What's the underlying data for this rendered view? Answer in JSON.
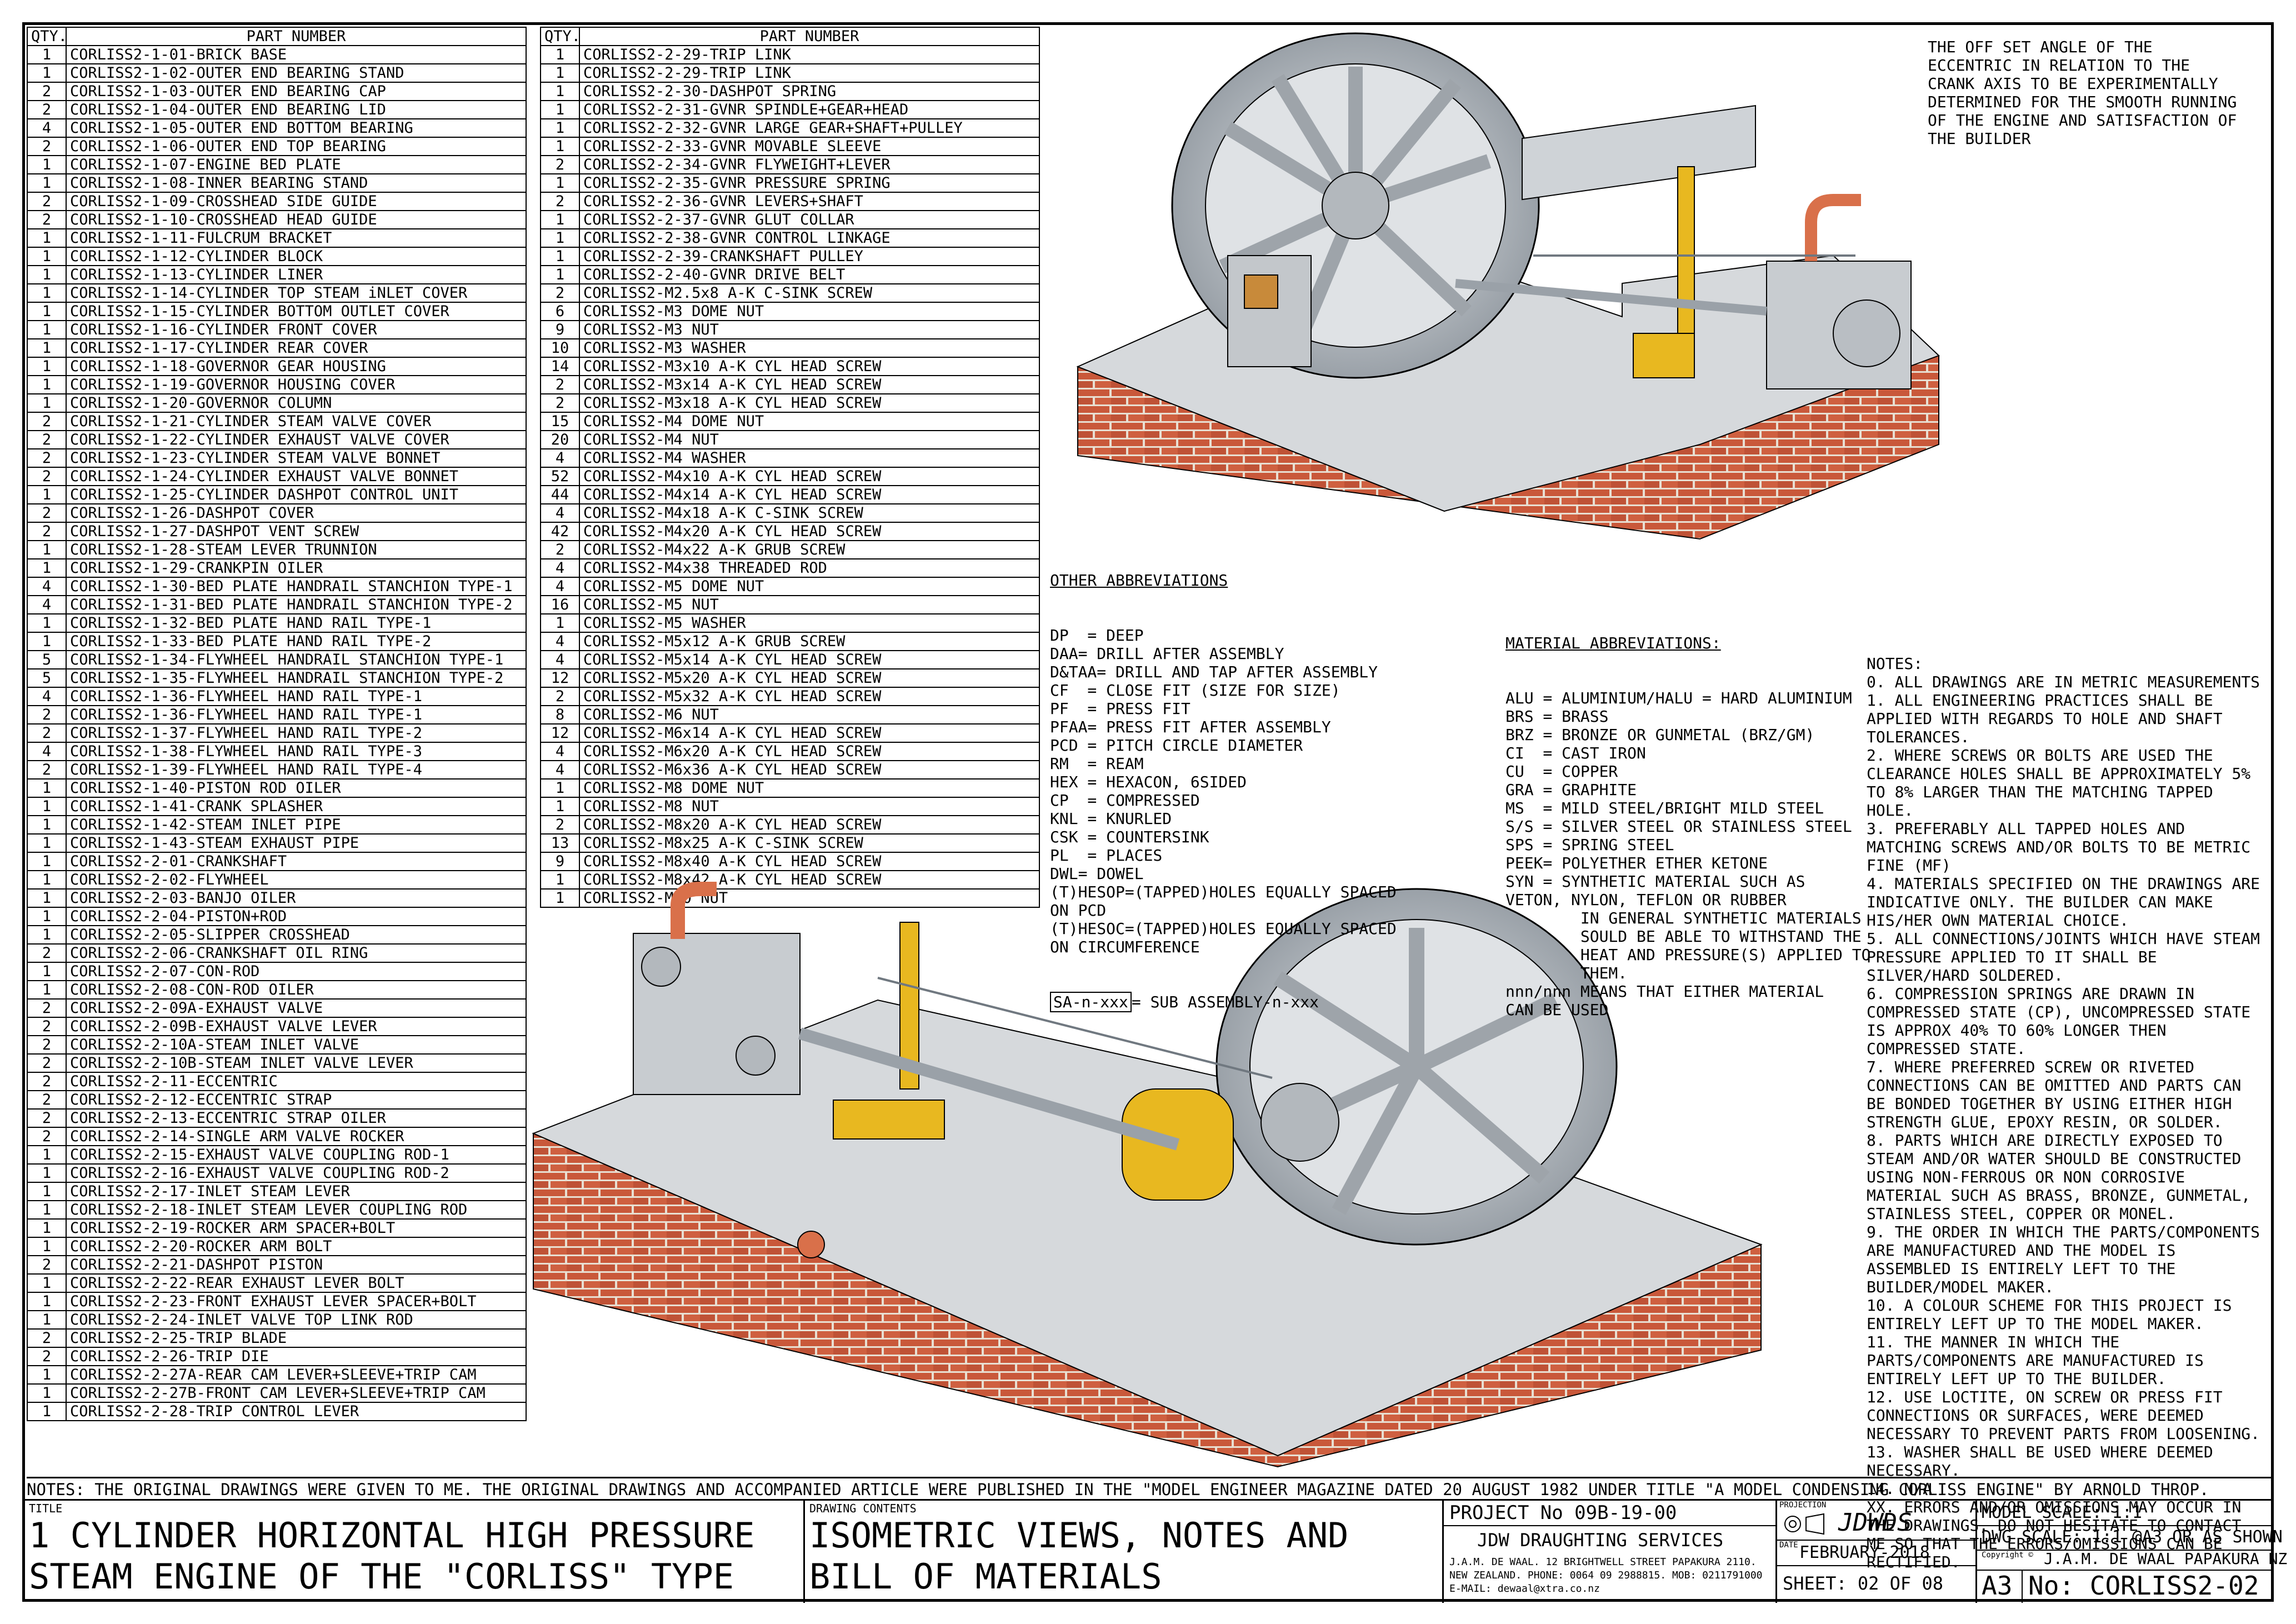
{
  "bom_left": {
    "headers": [
      "QTY.",
      "PART NUMBER"
    ],
    "rows": [
      [
        "1",
        "CORLISS2-1-01-BRICK BASE"
      ],
      [
        "1",
        "CORLISS2-1-02-OUTER END BEARING STAND"
      ],
      [
        "2",
        "CORLISS2-1-03-OUTER END BEARING CAP"
      ],
      [
        "2",
        "CORLISS2-1-04-OUTER END BEARING LID"
      ],
      [
        "4",
        "CORLISS2-1-05-OUTER END BOTTOM BEARING"
      ],
      [
        "2",
        "CORLISS2-1-06-OUTER END TOP BEARING"
      ],
      [
        "1",
        "CORLISS2-1-07-ENGINE BED PLATE"
      ],
      [
        "1",
        "CORLISS2-1-08-INNER BEARING STAND"
      ],
      [
        "2",
        "CORLISS2-1-09-CROSSHEAD SIDE GUIDE"
      ],
      [
        "2",
        "CORLISS2-1-10-CROSSHEAD HEAD GUIDE"
      ],
      [
        "1",
        "CORLISS2-1-11-FULCRUM BRACKET"
      ],
      [
        "1",
        "CORLISS2-1-12-CYLINDER BLOCK"
      ],
      [
        "1",
        "CORLISS2-1-13-CYLINDER LINER"
      ],
      [
        "1",
        "CORLISS2-1-14-CYLINDER TOP STEAM iNLET COVER"
      ],
      [
        "1",
        "CORLISS2-1-15-CYLINDER BOTTOM OUTLET COVER"
      ],
      [
        "1",
        "CORLISS2-1-16-CYLINDER FRONT COVER"
      ],
      [
        "1",
        "CORLISS2-1-17-CYLINDER REAR COVER"
      ],
      [
        "1",
        "CORLISS2-1-18-GOVERNOR GEAR HOUSING"
      ],
      [
        "1",
        "CORLISS2-1-19-GOVERNOR HOUSING COVER"
      ],
      [
        "1",
        "CORLISS2-1-20-GOVERNOR COLUMN"
      ],
      [
        "2",
        "CORLISS2-1-21-CYLINDER STEAM VALVE COVER"
      ],
      [
        "2",
        "CORLISS2-1-22-CYLINDER EXHAUST VALVE COVER"
      ],
      [
        "2",
        "CORLISS2-1-23-CYLINDER STEAM VALVE BONNET"
      ],
      [
        "2",
        "CORLISS2-1-24-CYLINDER EXHAUST VALVE BONNET"
      ],
      [
        "1",
        "CORLISS2-1-25-CYLINDER DASHPOT CONTROL UNIT"
      ],
      [
        "2",
        "CORLISS2-1-26-DASHPOT COVER"
      ],
      [
        "2",
        "CORLISS2-1-27-DASHPOT VENT SCREW"
      ],
      [
        "1",
        "CORLISS2-1-28-STEAM LEVER TRUNNION"
      ],
      [
        "1",
        "CORLISS2-1-29-CRANKPIN OILER"
      ],
      [
        "4",
        "CORLISS2-1-30-BED PLATE HANDRAIL STANCHION TYPE-1"
      ],
      [
        "4",
        "CORLISS2-1-31-BED PLATE HANDRAIL STANCHION TYPE-2"
      ],
      [
        "1",
        "CORLISS2-1-32-BED PLATE HAND RAIL TYPE-1"
      ],
      [
        "1",
        "CORLISS2-1-33-BED PLATE HAND RAIL TYPE-2"
      ],
      [
        "5",
        "CORLISS2-1-34-FLYWHEEL HANDRAIL STANCHION TYPE-1"
      ],
      [
        "5",
        "CORLISS2-1-35-FLYWHEEL HANDRAIL STANCHION TYPE-2"
      ],
      [
        "4",
        "CORLISS2-1-36-FLYWHEEL HAND RAIL TYPE-1"
      ],
      [
        "2",
        "CORLISS2-1-36-FLYWHEEL HAND RAIL TYPE-1"
      ],
      [
        "2",
        "CORLISS2-1-37-FLYWHEEL HAND RAIL TYPE-2"
      ],
      [
        "4",
        "CORLISS2-1-38-FLYWHEEL HAND RAIL TYPE-3"
      ],
      [
        "2",
        "CORLISS2-1-39-FLYWHEEL HAND RAIL TYPE-4"
      ],
      [
        "1",
        "CORLISS2-1-40-PISTON ROD OILER"
      ],
      [
        "1",
        "CORLISS2-1-41-CRANK SPLASHER"
      ],
      [
        "1",
        "CORLISS2-1-42-STEAM INLET PIPE"
      ],
      [
        "1",
        "CORLISS2-1-43-STEAM EXHAUST PIPE"
      ],
      [
        "1",
        "CORLISS2-2-01-CRANKSHAFT"
      ],
      [
        "1",
        "CORLISS2-2-02-FLYWHEEL"
      ],
      [
        "1",
        "CORLISS2-2-03-BANJO OILER"
      ],
      [
        "1",
        "CORLISS2-2-04-PISTON+ROD"
      ],
      [
        "1",
        "CORLISS2-2-05-SLIPPER CROSSHEAD"
      ],
      [
        "2",
        "CORLISS2-2-06-CRANKSHAFT OIL RING"
      ],
      [
        "1",
        "CORLISS2-2-07-CON-ROD"
      ],
      [
        "1",
        "CORLISS2-2-08-CON-ROD OILER"
      ],
      [
        "2",
        "CORLISS2-2-09A-EXHAUST VALVE"
      ],
      [
        "2",
        "CORLISS2-2-09B-EXHAUST VALVE LEVER"
      ],
      [
        "2",
        "CORLISS2-2-10A-STEAM INLET VALVE"
      ],
      [
        "2",
        "CORLISS2-2-10B-STEAM INLET VALVE LEVER"
      ],
      [
        "2",
        "CORLISS2-2-11-ECCENTRIC"
      ],
      [
        "2",
        "CORLISS2-2-12-ECCENTRIC STRAP"
      ],
      [
        "2",
        "CORLISS2-2-13-ECCENTRIC STRAP OILER"
      ],
      [
        "2",
        "CORLISS2-2-14-SINGLE ARM VALVE ROCKER"
      ],
      [
        "1",
        "CORLISS2-2-15-EXHAUST VALVE COUPLING ROD-1"
      ],
      [
        "1",
        "CORLISS2-2-16-EXHAUST VALVE COUPLING ROD-2"
      ],
      [
        "1",
        "CORLISS2-2-17-INLET STEAM LEVER"
      ],
      [
        "1",
        "CORLISS2-2-18-INLET STEAM LEVER COUPLING ROD"
      ],
      [
        "1",
        "CORLISS2-2-19-ROCKER ARM SPACER+BOLT"
      ],
      [
        "1",
        "CORLISS2-2-20-ROCKER ARM BOLT"
      ],
      [
        "2",
        "CORLISS2-2-21-DASHPOT PISTON"
      ],
      [
        "1",
        "CORLISS2-2-22-REAR EXHAUST LEVER BOLT"
      ],
      [
        "1",
        "CORLISS2-2-23-FRONT EXHAUST LEVER SPACER+BOLT"
      ],
      [
        "1",
        "CORLISS2-2-24-INLET VALVE TOP LINK ROD"
      ],
      [
        "2",
        "CORLISS2-2-25-TRIP BLADE"
      ],
      [
        "2",
        "CORLISS2-2-26-TRIP DIE"
      ],
      [
        "1",
        "CORLISS2-2-27A-REAR CAM LEVER+SLEEVE+TRIP CAM"
      ],
      [
        "1",
        "CORLISS2-2-27B-FRONT CAM LEVER+SLEEVE+TRIP CAM"
      ],
      [
        "1",
        "CORLISS2-2-28-TRIP CONTROL LEVER"
      ]
    ]
  },
  "bom_right": {
    "headers": [
      "QTY.",
      "PART NUMBER"
    ],
    "rows": [
      [
        "1",
        "CORLISS2-2-29-TRIP LINK"
      ],
      [
        "1",
        "CORLISS2-2-29-TRIP LINK"
      ],
      [
        "1",
        "CORLISS2-2-30-DASHPOT SPRING"
      ],
      [
        "1",
        "CORLISS2-2-31-GVNR SPINDLE+GEAR+HEAD"
      ],
      [
        "1",
        "CORLISS2-2-32-GVNR LARGE GEAR+SHAFT+PULLEY"
      ],
      [
        "1",
        "CORLISS2-2-33-GVNR MOVABLE SLEEVE"
      ],
      [
        "2",
        "CORLISS2-2-34-GVNR FLYWEIGHT+LEVER"
      ],
      [
        "1",
        "CORLISS2-2-35-GVNR PRESSURE SPRING"
      ],
      [
        "2",
        "CORLISS2-2-36-GVNR LEVERS+SHAFT"
      ],
      [
        "1",
        "CORLISS2-2-37-GVNR GLUT COLLAR"
      ],
      [
        "1",
        "CORLISS2-2-38-GVNR CONTROL LINKAGE"
      ],
      [
        "1",
        "CORLISS2-2-39-CRANKSHAFT PULLEY"
      ],
      [
        "1",
        "CORLISS2-2-40-GVNR DRIVE BELT"
      ],
      [
        "2",
        "CORLISS2-M2.5x8 A-K C-SINK SCREW"
      ],
      [
        "6",
        "CORLISS2-M3 DOME NUT"
      ],
      [
        "9",
        "CORLISS2-M3 NUT"
      ],
      [
        "10",
        "CORLISS2-M3 WASHER"
      ],
      [
        "14",
        "CORLISS2-M3x10 A-K CYL HEAD SCREW"
      ],
      [
        "2",
        "CORLISS2-M3x14 A-K CYL HEAD SCREW"
      ],
      [
        "2",
        "CORLISS2-M3x18 A-K CYL HEAD SCREW"
      ],
      [
        "15",
        "CORLISS2-M4 DOME NUT"
      ],
      [
        "20",
        "CORLISS2-M4 NUT"
      ],
      [
        "4",
        "CORLISS2-M4 WASHER"
      ],
      [
        "52",
        "CORLISS2-M4x10 A-K CYL HEAD SCREW"
      ],
      [
        "44",
        "CORLISS2-M4x14 A-K CYL HEAD SCREW"
      ],
      [
        "4",
        "CORLISS2-M4x18 A-K C-SINK SCREW"
      ],
      [
        "42",
        "CORLISS2-M4x20 A-K CYL HEAD SCREW"
      ],
      [
        "2",
        "CORLISS2-M4x22 A-K GRUB SCREW"
      ],
      [
        "4",
        "CORLISS2-M4x38 THREADED ROD"
      ],
      [
        "4",
        "CORLISS2-M5 DOME NUT"
      ],
      [
        "16",
        "CORLISS2-M5 NUT"
      ],
      [
        "1",
        "CORLISS2-M5 WASHER"
      ],
      [
        "4",
        "CORLISS2-M5x12 A-K GRUB SCREW"
      ],
      [
        "4",
        "CORLISS2-M5x14 A-K CYL HEAD SCREW"
      ],
      [
        "12",
        "CORLISS2-M5x20 A-K CYL HEAD SCREW"
      ],
      [
        "2",
        "CORLISS2-M5x32 A-K CYL HEAD SCREW"
      ],
      [
        "8",
        "CORLISS2-M6 NUT"
      ],
      [
        "12",
        "CORLISS2-M6x14 A-K CYL HEAD SCREW"
      ],
      [
        "4",
        "CORLISS2-M6x20 A-K CYL HEAD SCREW"
      ],
      [
        "4",
        "CORLISS2-M6x36 A-K CYL HEAD SCREW"
      ],
      [
        "1",
        "CORLISS2-M8 DOME NUT"
      ],
      [
        "1",
        "CORLISS2-M8 NUT"
      ],
      [
        "2",
        "CORLISS2-M8x20 A-K CYL HEAD SCREW"
      ],
      [
        "13",
        "CORLISS2-M8x25 A-K C-SINK SCREW"
      ],
      [
        "9",
        "CORLISS2-M8x40 A-K CYL HEAD SCREW"
      ],
      [
        "1",
        "CORLISS2-M8x42 A-K CYL HEAD SCREW"
      ],
      [
        "1",
        "CORLISS2-M10 NUT"
      ]
    ]
  },
  "offset_note": "THE OFF SET ANGLE OF THE ECCENTRIC IN RELATION TO THE CRANK AXIS TO BE EXPERIMENTALLY DETERMINED FOR THE SMOOTH RUNNING OF THE ENGINE AND SATISFACTION OF THE BUILDER",
  "other_abbreviations": {
    "header": "OTHER ABBREVIATIONS",
    "lines": [
      "DP  = DEEP",
      "DAA= DRILL AFTER ASSEMBLY",
      "D&TAA= DRILL AND TAP AFTER ASSEMBLY",
      "CF  = CLOSE FIT (SIZE FOR SIZE)",
      "PF  = PRESS FIT",
      "PFAA= PRESS FIT AFTER ASSEMBLY",
      "PCD = PITCH CIRCLE DIAMETER",
      "RM  = REAM",
      "HEX = HEXACON, 6SIDED",
      "CP  = COMPRESSED",
      "KNL = KNURLED",
      "CSK = COUNTERSINK",
      "PL  = PLACES",
      "DWL= DOWEL",
      "(T)HESOP=(TAPPED)HOLES EQUALLY SPACED",
      "ON PCD",
      "(T)HESOC=(TAPPED)HOLES EQUALLY SPACED",
      "ON CIRCUMFERENCE"
    ],
    "sub_assembly_box": "SA-n-xxx",
    "sub_assembly_text": "= SUB ASSEMBLY-n-xxx"
  },
  "material_abbreviations": {
    "header": "MATERIAL ABBREVIATIONS:",
    "lines": [
      "ALU = ALUMINIUM/HALU = HARD ALUMINIUM",
      "BRS = BRASS",
      "BRZ = BRONZE OR GUNMETAL (BRZ/GM)",
      "CI  = CAST IRON",
      "CU  = COPPER",
      "GRA = GRAPHITE",
      "MS  = MILD STEEL/BRIGHT MILD STEEL",
      "S/S = SILVER STEEL OR STAINLESS STEEL",
      "SPS = SPRING STEEL",
      "PEEK= POLYETHER ETHER KETONE",
      "SYN = SYNTHETIC MATERIAL SUCH AS",
      "VETON, NYLON, TEFLON OR RUBBER",
      "        IN GENERAL SYNTHETIC MATERIALS",
      "        SOULD BE ABLE TO WITHSTAND THE",
      "        HEAT AND PRESSURE(S) APPLIED TO",
      "        THEM.",
      "nnn/nnn MEANS THAT EITHER MATERIAL",
      "CAN BE USED"
    ]
  },
  "notes": {
    "header": "NOTES:",
    "items": [
      "0. ALL DRAWINGS ARE IN METRIC MEASUREMENTS",
      "1. ALL ENGINEERING PRACTICES SHALL BE APPLIED WITH REGARDS TO HOLE AND SHAFT TOLERANCES.",
      "2. WHERE SCREWS OR BOLTS ARE USED THE CLEARANCE HOLES SHALL BE APPROXIMATELY 5% TO 8% LARGER THAN THE MATCHING TAPPED HOLE.",
      "3. PREFERABLY ALL TAPPED HOLES AND MATCHING SCREWS AND/OR BOLTS TO BE METRIC FINE (MF)",
      "4. MATERIALS SPECIFIED ON THE DRAWINGS ARE INDICATIVE ONLY. THE BUILDER CAN MAKE HIS/HER OWN MATERIAL CHOICE.",
      "5. ALL CONNECTIONS/JOINTS WHICH HAVE STEAM PRESSURE APPLIED TO IT SHALL BE SILVER/HARD SOLDERED.",
      "6. COMPRESSION SPRINGS ARE DRAWN IN COMPRESSED STATE (CP), UNCOMPRESSED STATE IS APPROX 40% TO 60% LONGER THEN COMPRESSED STATE.",
      "7. WHERE PREFERRED SCREW OR RIVETED CONNECTIONS CAN BE OMITTED AND PARTS CAN BE BONDED TOGETHER BY USING EITHER HIGH STRENGTH GLUE, EPOXY RESIN, OR SOLDER.",
      "8. PARTS WHICH ARE DIRECTLY EXPOSED TO STEAM AND/OR WATER SHOULD BE CONSTRUCTED USING NON-FERROUS OR NON CORROSIVE MATERIAL SUCH AS BRASS, BRONZE, GUNMETAL, STAINLESS STEEL, COPPER OR MONEL.",
      "9. THE ORDER IN WHICH THE PARTS/COMPONENTS ARE MANUFACTURED AND THE MODEL IS ASSEMBLED IS ENTIRELY LEFT TO THE BUILDER/MODEL MAKER.",
      "10. A COLOUR SCHEME FOR THIS PROJECT IS ENTIRELY LEFT UP TO THE MODEL MAKER.",
      "11. THE MANNER IN WHICH THE PARTS/COMPONENTS ARE MANUFACTURED IS ENTIRELY LEFT UP TO THE BUILDER.",
      "12. USE LOCTITE, ON SCREW OR PRESS FIT CONNECTIONS OR SURFACES, WERE DEEMED NECESSARY TO PREVENT PARTS FROM LOOSENING.",
      "13. WASHER SHALL BE USED WHERE DEEMED NECESSARY.",
      "14. N/A",
      "XX. ERRORS AND/OR OMISSIONS MAY OCCUR IN THE DRAWINGS, DO NOT HESITATE TO CONTACT ME SO THAT THE ERRORS/OMISSIONS CAN BE RECTIFIED."
    ]
  },
  "bottom_note": "NOTES: THE ORIGINAL DRAWINGS WERE GIVEN TO ME. THE ORIGINAL DRAWINGS AND ACCOMPANIED ARTICLE WERE PUBLISHED IN THE \"MODEL ENGINEER MAGAZINE DATED 20 AUGUST 1982 UNDER TITLE \"A MODEL CONDENSING CORLISS ENGINE\" BY ARNOLD THROP.",
  "title_block": {
    "title_caption": "TITLE",
    "title_line1": "1 CYLINDER HORIZONTAL HIGH PRESSURE",
    "title_line2": "STEAM ENGINE OF THE \"CORLISS\" TYPE",
    "contents_caption": "DRAWING CONTENTS",
    "contents_line1": "ISOMETRIC VIEWS, NOTES AND",
    "contents_line2": "BILL OF MATERIALS",
    "project_no": "PROJECT No  09B-19-00",
    "company": "JDW DRAUGHTING SERVICES",
    "address1": "J.A.M. DE WAAL. 12 BRIGHTWELL STREET PAPAKURA 2110.",
    "address2": "NEW ZEALAND. PHONE: 0064 09 2988815. MOB: 0211791000",
    "email": "E-MAIL: dewaal@xtra.co.nz",
    "projection_caption": "PROJECTION",
    "logo": "JDWDS",
    "date_caption": "DATE",
    "date": "FEBRUARY-2018",
    "copyright_caption": "Copyright ©",
    "copyright": "J.A.M. DE WAAL PAPAKURA NZ",
    "model_scale": "MODEL SCALE: 1:1",
    "dwg_scale": "DWG SCALE: 1:1 @A3 OR AS SHOWN",
    "sheet": "SHEET: 02 OF 08",
    "size": "A3",
    "dwg_no": "No: CORLISS2-02"
  },
  "colors": {
    "brick": "#c9583a",
    "mortar": "#e8dfd2",
    "steel": "#c8ccd0",
    "brass": "#e8b820",
    "copper": "#d9704a"
  }
}
